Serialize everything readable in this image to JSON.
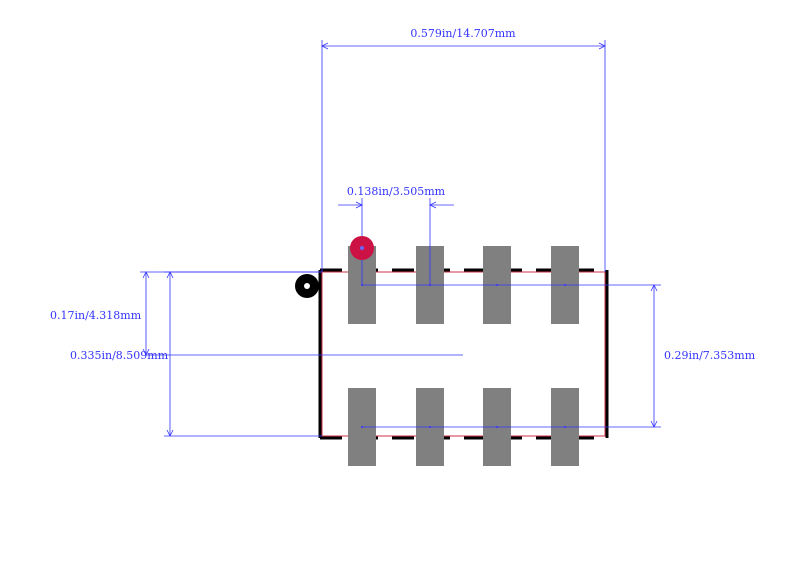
{
  "colors": {
    "dimension": "#3333ff",
    "pad": "#808080",
    "outline": "#000000",
    "courtyard": "#cc3344",
    "pin1_marker": "#cc1144",
    "orientation_dot": "#000000"
  },
  "dimensions": {
    "overall_width": "0.579in/14.707mm",
    "pin_pitch": "0.138in/3.505mm",
    "pad_length": "0.17in/4.318mm",
    "body_height": "0.335in/8.509mm",
    "row_spacing": "0.29in/7.353mm"
  },
  "package": {
    "pins_per_row": 4,
    "rows": 2
  }
}
